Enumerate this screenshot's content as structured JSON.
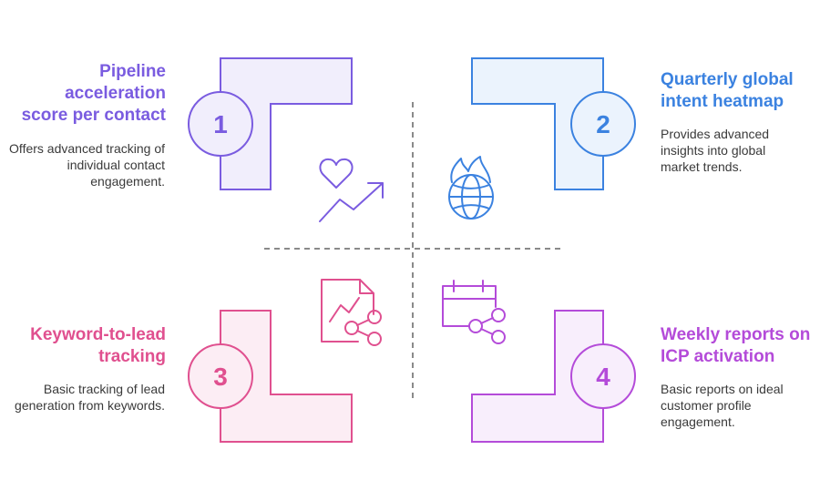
{
  "quadrants": [
    {
      "number": "1",
      "title": "Pipeline acceleration score per contact",
      "description": "Offers advanced tracking of individual contact engagement.",
      "icon": "heart-trend-icon",
      "color": "#7a5ce0",
      "fill": "#f1eefc"
    },
    {
      "number": "2",
      "title": "Quarterly global intent heatmap",
      "description": "Provides advanced insights into global market trends.",
      "icon": "globe-fire-icon",
      "color": "#3b82e0",
      "fill": "#ebf3fd"
    },
    {
      "number": "3",
      "title": "Keyword-to-lead tracking",
      "description": "Basic tracking of lead generation from keywords.",
      "icon": "chart-document-share-icon",
      "color": "#e0508f",
      "fill": "#fcedf4"
    },
    {
      "number": "4",
      "title": "Weekly reports on ICP activation",
      "description": "Basic reports on ideal customer profile engagement.",
      "icon": "calendar-share-icon",
      "color": "#b44bd9",
      "fill": "#f8eefc"
    }
  ]
}
